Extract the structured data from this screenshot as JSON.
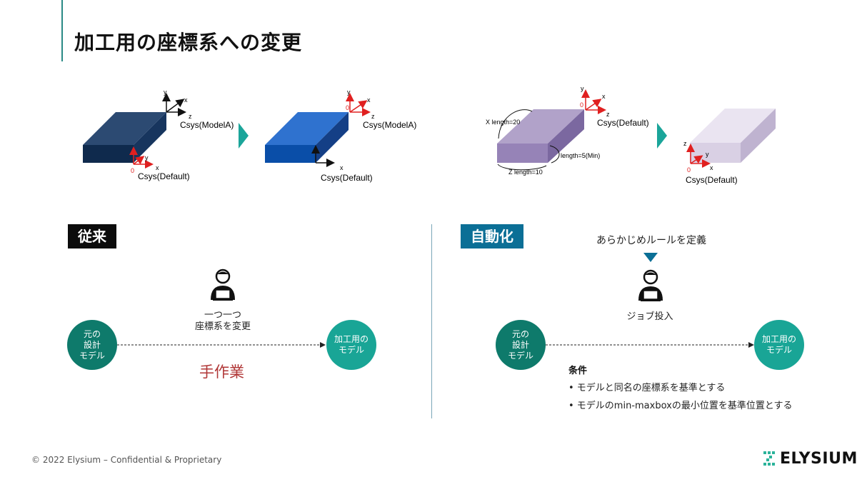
{
  "title": "加工用の座標系への変更",
  "diagram": {
    "labels": {
      "csys_modelA": "Csys(ModelA)",
      "csys_default": "Csys(Default)",
      "axis_x": "x",
      "axis_y": "y",
      "axis_z": "z",
      "origin": "0",
      "x_length": "X length=20",
      "y_length": "length=5(Min)",
      "z_length": "Z length=10"
    },
    "colors": {
      "box1": "#1f3a5f",
      "box2": "#1e63c4",
      "box3": "#9a86b8",
      "box4": "#ddd6e6",
      "arrow": "#1ba59a",
      "axis_red": "#e02020"
    }
  },
  "left": {
    "tag": "従来",
    "worker_caption_line1": "一つ一つ",
    "worker_caption_line2": "座標系を変更",
    "source_line1": "元の",
    "source_line2": "設計",
    "source_line3": "モデル",
    "target_line1": "加工用の",
    "target_line2": "モデル",
    "manual_label": "手作業"
  },
  "right": {
    "tag": "自動化",
    "rule_text": "あらかじめルールを定義",
    "job_text": "ジョブ投入",
    "source_line1": "元の",
    "source_line2": "設計",
    "source_line3": "モデル",
    "target_line1": "加工用の",
    "target_line2": "モデル",
    "conditions_title": "条件",
    "conditions": [
      "• モデルと同名の座標系を基準とする",
      "• モデルのmin-maxboxの最小位置を基準位置とする"
    ]
  },
  "footer": {
    "copyright": "© 2022 Elysium – Confidential & Proprietary",
    "logo": "ELYSIUM"
  },
  "icons": [
    "person-laptop-icon",
    "chevron-right-icon",
    "triangle-down-icon",
    "elysium-logo-icon"
  ]
}
